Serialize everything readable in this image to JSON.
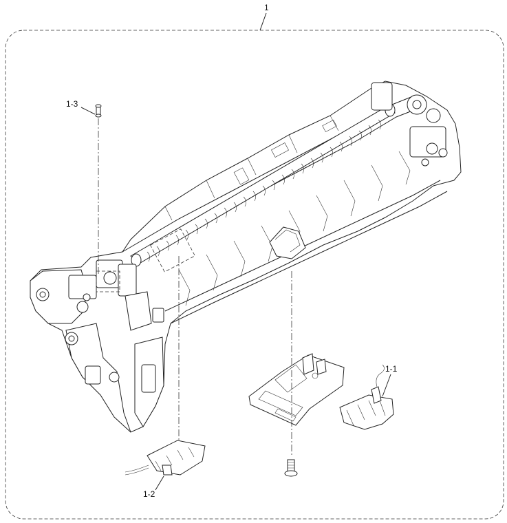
{
  "callouts": {
    "assembly": "1",
    "part_1_1": "1-1",
    "part_1_2": "1-2",
    "part_1_3": "1-3"
  }
}
